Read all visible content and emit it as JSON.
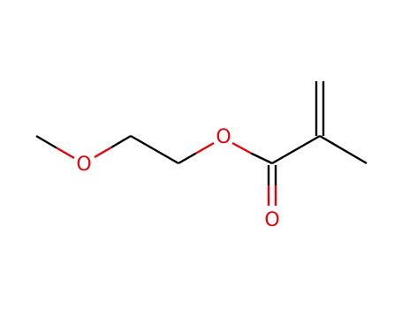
{
  "colors": {
    "carbon_bond": "#000000",
    "oxygen": "#e8000b",
    "background": "#ffffff"
  },
  "atoms": {
    "ether_oxygen": "O",
    "ester_oxygen": "O",
    "carbonyl_oxygen": "O"
  }
}
